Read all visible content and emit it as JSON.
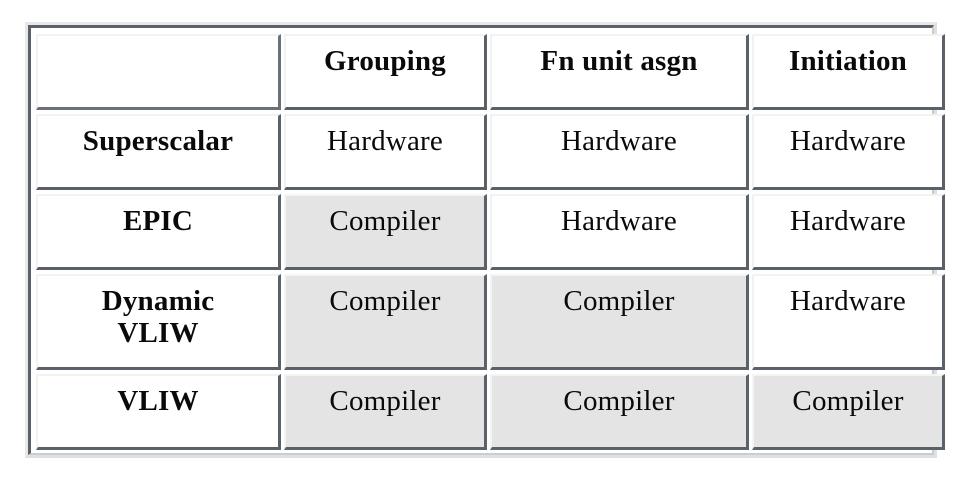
{
  "table": {
    "columns": [
      {
        "key": "arch",
        "label": "",
        "header_style": "blank"
      },
      {
        "key": "group",
        "label": "Grouping"
      },
      {
        "key": "fnunit",
        "label": "Fn unit asgn"
      },
      {
        "key": "init",
        "label": "Initiation"
      }
    ],
    "rows": [
      {
        "name": "Superscalar",
        "name_line2": "",
        "cells": [
          {
            "value": "Hardware",
            "shaded": false
          },
          {
            "value": "Hardware",
            "shaded": false
          },
          {
            "value": "Hardware",
            "shaded": false
          }
        ]
      },
      {
        "name": "EPIC",
        "name_line2": "",
        "cells": [
          {
            "value": "Compiler",
            "shaded": true
          },
          {
            "value": "Hardware",
            "shaded": false
          },
          {
            "value": "Hardware",
            "shaded": false
          }
        ]
      },
      {
        "name": "Dynamic",
        "name_line2": "VLIW",
        "cells": [
          {
            "value": "Compiler",
            "shaded": true
          },
          {
            "value": "Compiler",
            "shaded": true
          },
          {
            "value": "Hardware",
            "shaded": false
          }
        ]
      },
      {
        "name": "VLIW",
        "name_line2": "",
        "cells": [
          {
            "value": "Compiler",
            "shaded": true
          },
          {
            "value": "Compiler",
            "shaded": true
          },
          {
            "value": "Compiler",
            "shaded": true
          }
        ]
      }
    ]
  },
  "colors": {
    "page_background": "#ffffff",
    "cell_background": "#ffffff",
    "shaded_cell_background": "#e4e4e4",
    "bevel_dark": "#5b6168",
    "bevel_light": "#f2f2f2",
    "frame_outer": "#e8e8e8",
    "text": "#0a0a0a"
  }
}
